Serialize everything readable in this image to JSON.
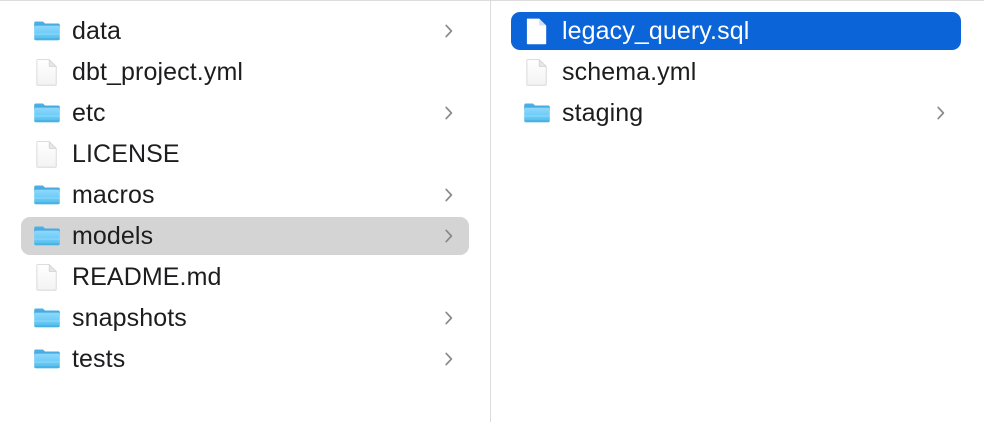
{
  "app": {
    "view": "Finder column view",
    "background_color": "#ffffff",
    "divider_color": "#dcdcdc",
    "selection_active_color": "#0b64d8",
    "selection_inactive_color": "#d4d4d4",
    "label_color": "#1d1d1f",
    "selected_label_color": "#ffffff",
    "chevron_color": "#8a8a8e",
    "folder_icon_color": "#5ac8f5",
    "file_icon_color": "#ffffff"
  },
  "columns": [
    {
      "name": "project-root-column",
      "items": [
        {
          "label": "data",
          "kind": "folder",
          "has_chevron": true,
          "state": "normal"
        },
        {
          "label": "dbt_project.yml",
          "kind": "file",
          "has_chevron": false,
          "state": "normal"
        },
        {
          "label": "etc",
          "kind": "folder",
          "has_chevron": true,
          "state": "normal"
        },
        {
          "label": "LICENSE",
          "kind": "file",
          "has_chevron": false,
          "state": "normal"
        },
        {
          "label": "macros",
          "kind": "folder",
          "has_chevron": true,
          "state": "normal"
        },
        {
          "label": "models",
          "kind": "folder",
          "has_chevron": true,
          "state": "selected-inactive"
        },
        {
          "label": "README.md",
          "kind": "file",
          "has_chevron": false,
          "state": "normal"
        },
        {
          "label": "snapshots",
          "kind": "folder",
          "has_chevron": true,
          "state": "normal"
        },
        {
          "label": "tests",
          "kind": "folder",
          "has_chevron": true,
          "state": "normal"
        }
      ]
    },
    {
      "name": "models-folder-column",
      "items": [
        {
          "label": "legacy_query.sql",
          "kind": "file",
          "has_chevron": false,
          "state": "selected-active"
        },
        {
          "label": "schema.yml",
          "kind": "file",
          "has_chevron": false,
          "state": "normal"
        },
        {
          "label": "staging",
          "kind": "folder",
          "has_chevron": true,
          "state": "normal"
        }
      ]
    }
  ]
}
